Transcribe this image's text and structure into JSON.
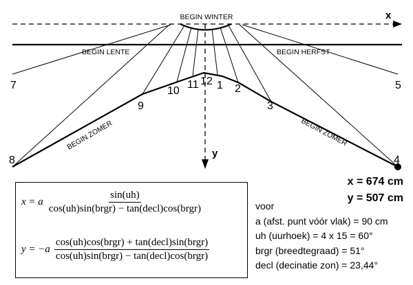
{
  "diagram": {
    "axis_x_label": "x",
    "axis_y_label": "y",
    "curves": {
      "begin_winter": "BEGIN WINTER",
      "begin_lente": "BEGIN LENTE",
      "begin_herfst": "BEGIN HERFST",
      "begin_zomer_left": "BEGIN ZOMER",
      "begin_zomer_right": "BEGIN ZOMER"
    },
    "hour_labels": [
      "7",
      "8",
      "9",
      "10",
      "11",
      "12",
      "1",
      "2",
      "3",
      "4",
      "5"
    ]
  },
  "formulas": {
    "x_lhs": "x = a",
    "x_num": "sin(uh)",
    "x_den": "cos(uh)sin(brgr) − tan(decl)cos(brgr)",
    "y_lhs": "y = −a",
    "y_num": "cos(uh)cos(brgr) + tan(decl)sin(brgr)",
    "y_den": "cos(uh)sin(brgr) − tan(decl)cos(brgr)"
  },
  "results": {
    "x": "x = 674 cm",
    "y": "y = 507 cm"
  },
  "params": {
    "intro": "voor",
    "a": "a (afst. punt vóór vlak) = 90 cm",
    "uh": "uh (uurhoek) = 4 x 15 = 60°",
    "brgr": "brgr (breedtegraad) = 51°",
    "decl": "decl (decinatie zon) = 23,44°"
  }
}
